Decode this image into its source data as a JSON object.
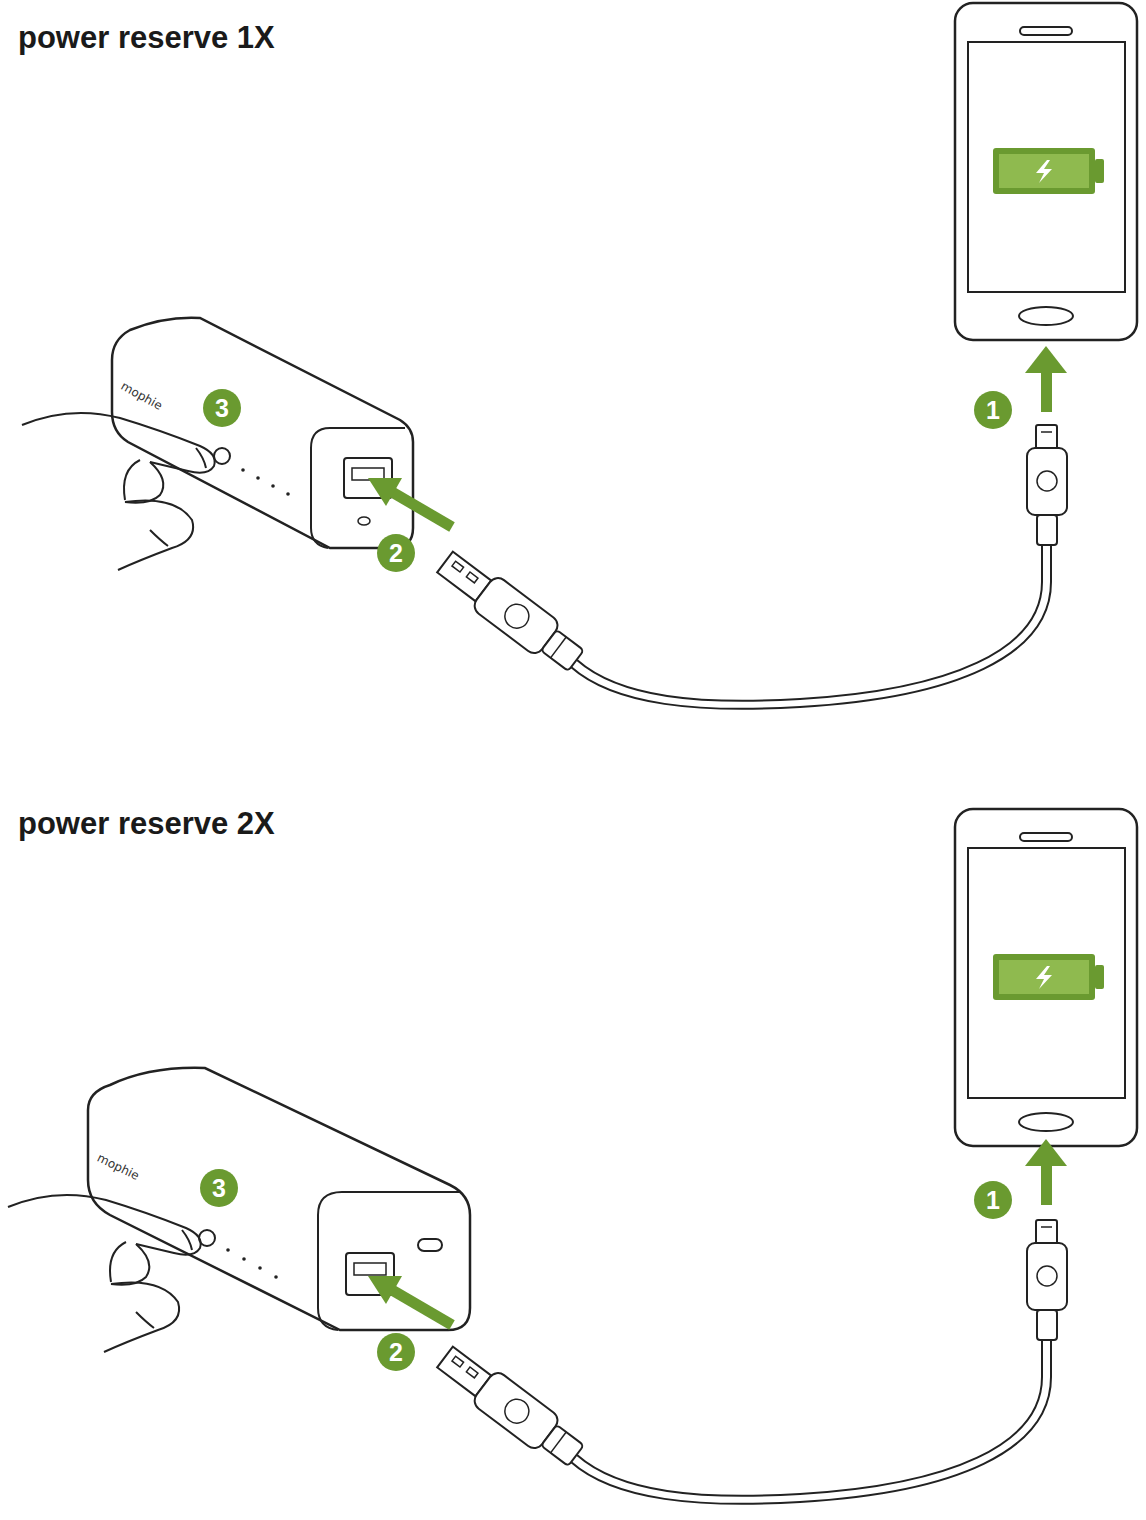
{
  "diagram": {
    "labels": [
      "power reserve 1X",
      "mophie",
      "3",
      "2",
      "1",
      "power reserve 2X",
      "mophie",
      "3",
      "2",
      "1"
    ]
  }
}
